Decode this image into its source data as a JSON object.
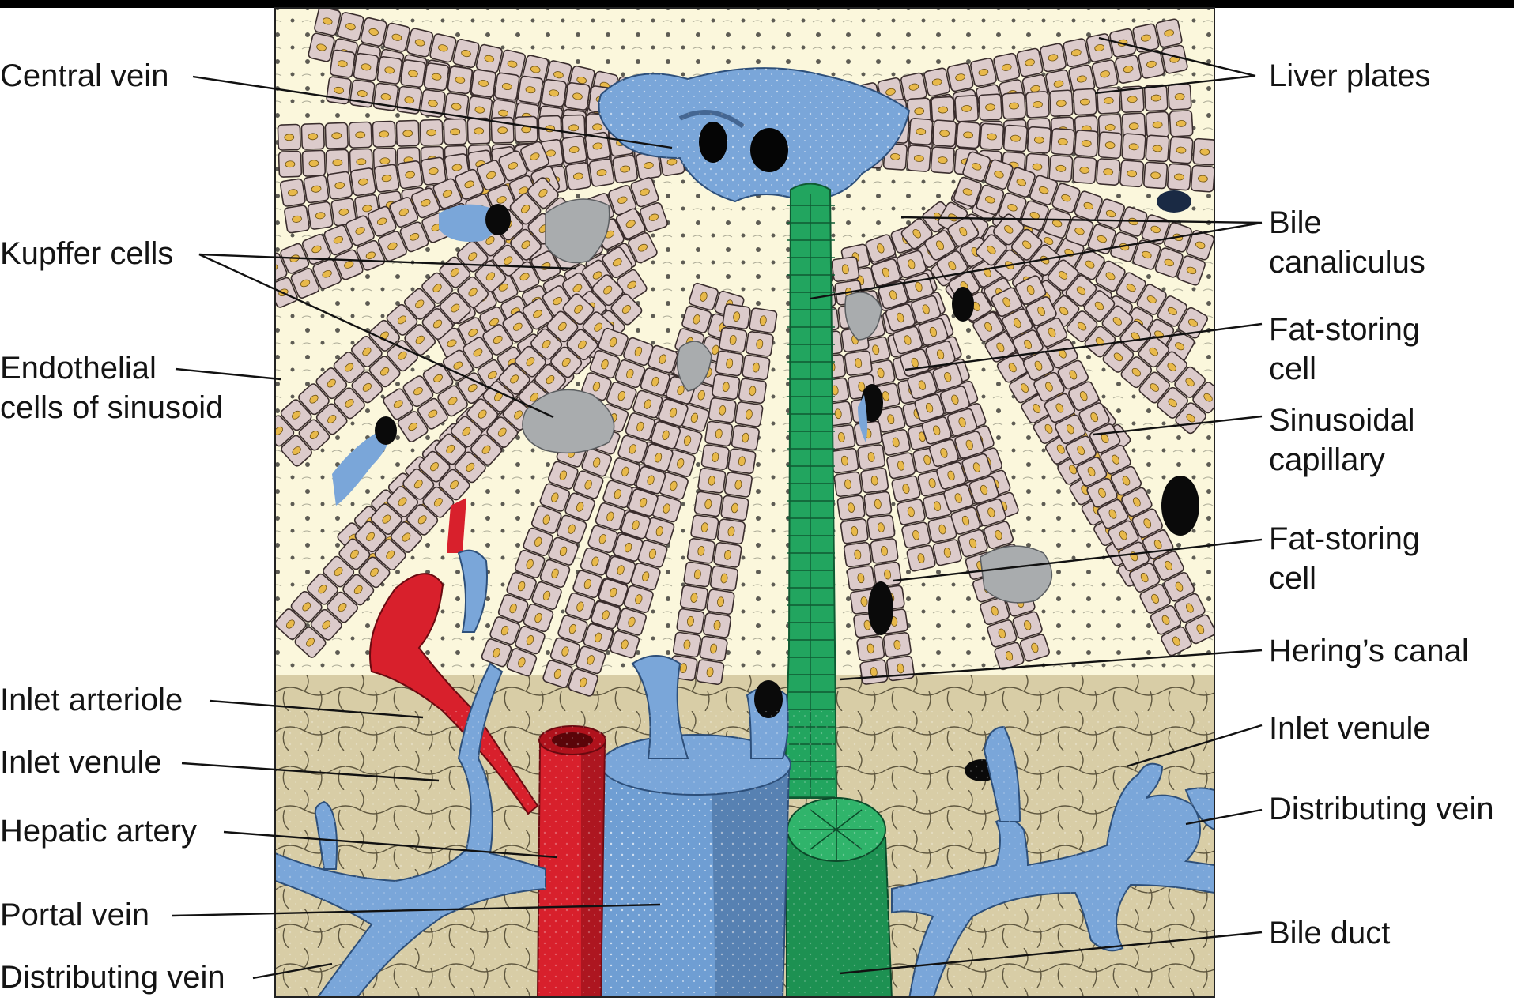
{
  "labels_left": {
    "central_vein": "Central vein",
    "kupffer_cells": "Kupffer cells",
    "endothelial_line1": "Endothelial",
    "endothelial_line2": "cells of sinusoid",
    "inlet_arteriole": "Inlet arteriole",
    "inlet_venule": "Inlet venule",
    "hepatic_artery": "Hepatic artery",
    "portal_vein": "Portal vein",
    "distributing_vein": "Distributing vein"
  },
  "labels_right": {
    "liver_plates": "Liver plates",
    "bile_line1": "Bile",
    "bile_line2": "canaliculus",
    "fat_storing_1_line1": "Fat-storing",
    "fat_storing_1_line2": "cell",
    "sinusoidal_line1": "Sinusoidal",
    "sinusoidal_line2": "capillary",
    "fat_storing_2_line1": "Fat-storing",
    "fat_storing_2_line2": "cell",
    "herings_canal": "Hering’s canal",
    "inlet_venule": "Inlet venule",
    "distributing_vein": "Distributing vein",
    "bile_duct": "Bile duct"
  },
  "colors": {
    "liver_cell": "#dccbcb",
    "sinusoid_bg": "#fbf7dc",
    "nucleus": "#e8b94a",
    "vein_blue": "#7aa6d9",
    "artery_red": "#d8202c",
    "bile_green": "#1e9a55",
    "connective_tissue": "#d8cda6"
  }
}
